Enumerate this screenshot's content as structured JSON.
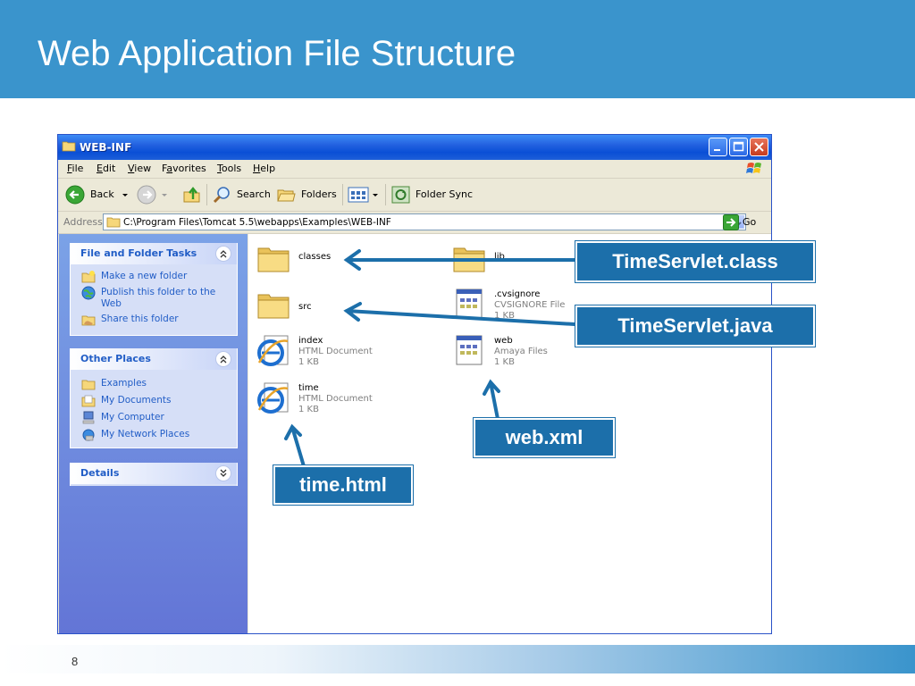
{
  "slide": {
    "title": "Web Application File Structure",
    "page_number": "8"
  },
  "window": {
    "title": "WEB-INF",
    "menu": [
      {
        "accel": "F",
        "rest": "ile"
      },
      {
        "accel": "E",
        "rest": "dit"
      },
      {
        "accel": "V",
        "rest": "iew"
      },
      {
        "pre": "F",
        "accel": "a",
        "rest": "vorites"
      },
      {
        "accel": "T",
        "rest": "ools"
      },
      {
        "accel": "H",
        "rest": "elp"
      }
    ],
    "toolbar": {
      "back": "Back",
      "search": "Search",
      "folders": "Folders",
      "folder_sync": "Folder Sync"
    },
    "address": {
      "label": "Address",
      "path": "C:\\Program Files\\Tomcat 5.5\\webapps\\Examples\\WEB-INF",
      "go": "Go"
    }
  },
  "taskpane": {
    "file_tasks": {
      "title": "File and Folder Tasks",
      "items": [
        "Make a new folder",
        "Publish this folder to the Web",
        "Share this folder"
      ]
    },
    "other_places": {
      "title": "Other Places",
      "items": [
        "Examples",
        "My Documents",
        "My Computer",
        "My Network Places"
      ]
    },
    "details": {
      "title": "Details"
    }
  },
  "files": [
    {
      "name": "classes",
      "type": "folder"
    },
    {
      "name": "lib",
      "type": "folder"
    },
    {
      "name": "src",
      "type": "folder"
    },
    {
      "name": ".cvsignore",
      "kind": "CVSIGNORE File",
      "size": "1 KB"
    },
    {
      "name": "index",
      "kind": "HTML Document",
      "size": "1 KB"
    },
    {
      "name": "web",
      "kind": "Amaya Files",
      "size": "1 KB"
    },
    {
      "name": "time",
      "kind": "HTML Document",
      "size": "1 KB"
    }
  ],
  "callouts": {
    "class": "TimeServlet.class",
    "java": "TimeServlet.java",
    "webxml": "web.xml",
    "timehtml": "time.html"
  },
  "colors": {
    "header_blue": "#3a94cc",
    "callout_blue": "#1c6faa",
    "link_blue": "#215dc6"
  }
}
